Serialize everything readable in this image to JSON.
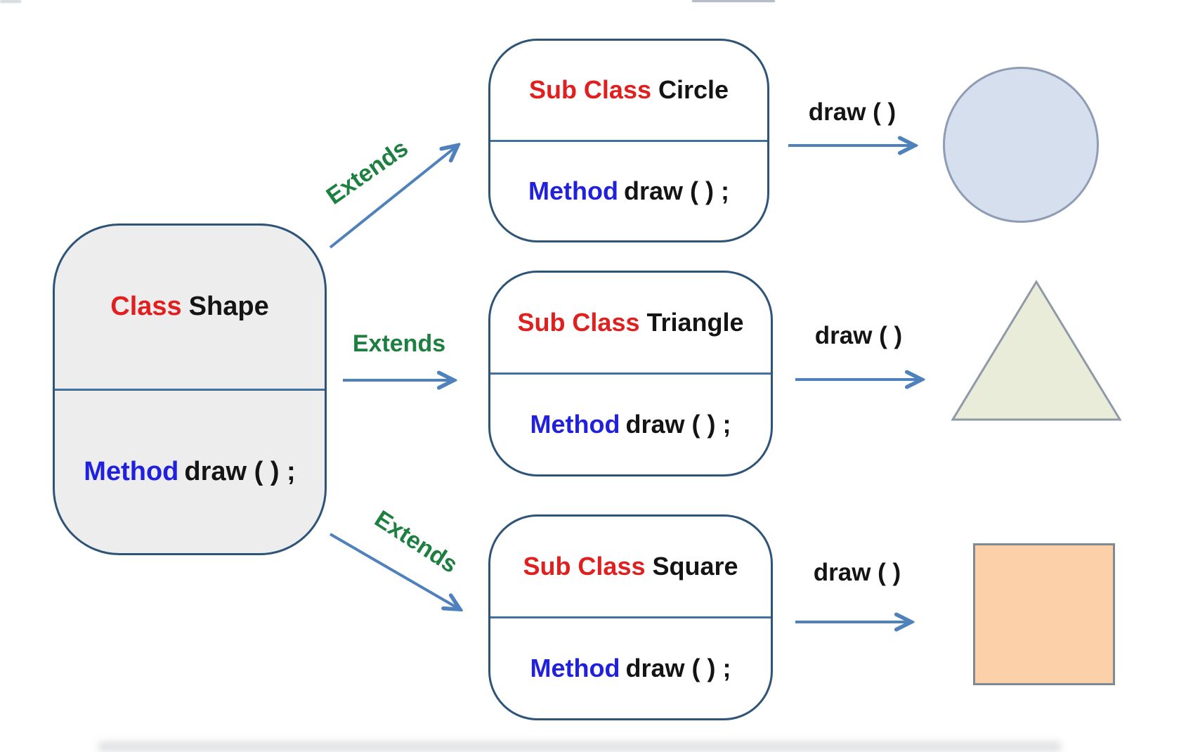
{
  "base_class": {
    "keyword": "Class",
    "name": "Shape",
    "method_keyword": "Method",
    "method_signature": "draw ( ) ;"
  },
  "subclasses": [
    {
      "keyword": "Sub Class",
      "name": "Circle",
      "method_keyword": "Method",
      "method_signature": "draw ( ) ;",
      "extends_label": "Extends",
      "draw_label": "draw ( )",
      "result_shape": "circle"
    },
    {
      "keyword": "Sub Class",
      "name": "Triangle",
      "method_keyword": "Method",
      "method_signature": "draw ( ) ;",
      "extends_label": "Extends",
      "draw_label": "draw ( )",
      "result_shape": "triangle"
    },
    {
      "keyword": "Sub Class",
      "name": "Square",
      "method_keyword": "Method",
      "method_signature": "draw ( ) ;",
      "extends_label": "Extends",
      "draw_label": "draw ( )",
      "result_shape": "square"
    }
  ],
  "colors": {
    "keyword_red": "#e01f1f",
    "method_blue": "#2121dd",
    "extends_green": "#1e8040",
    "arrow_blue": "#4f81bd",
    "box_border": "#2e5478",
    "box_divider": "#41719c",
    "base_box_fill": "#ededee",
    "circle_fill": "#d5dfed",
    "triangle_fill": "#e9ecd9",
    "square_fill": "#fcd1aa"
  }
}
